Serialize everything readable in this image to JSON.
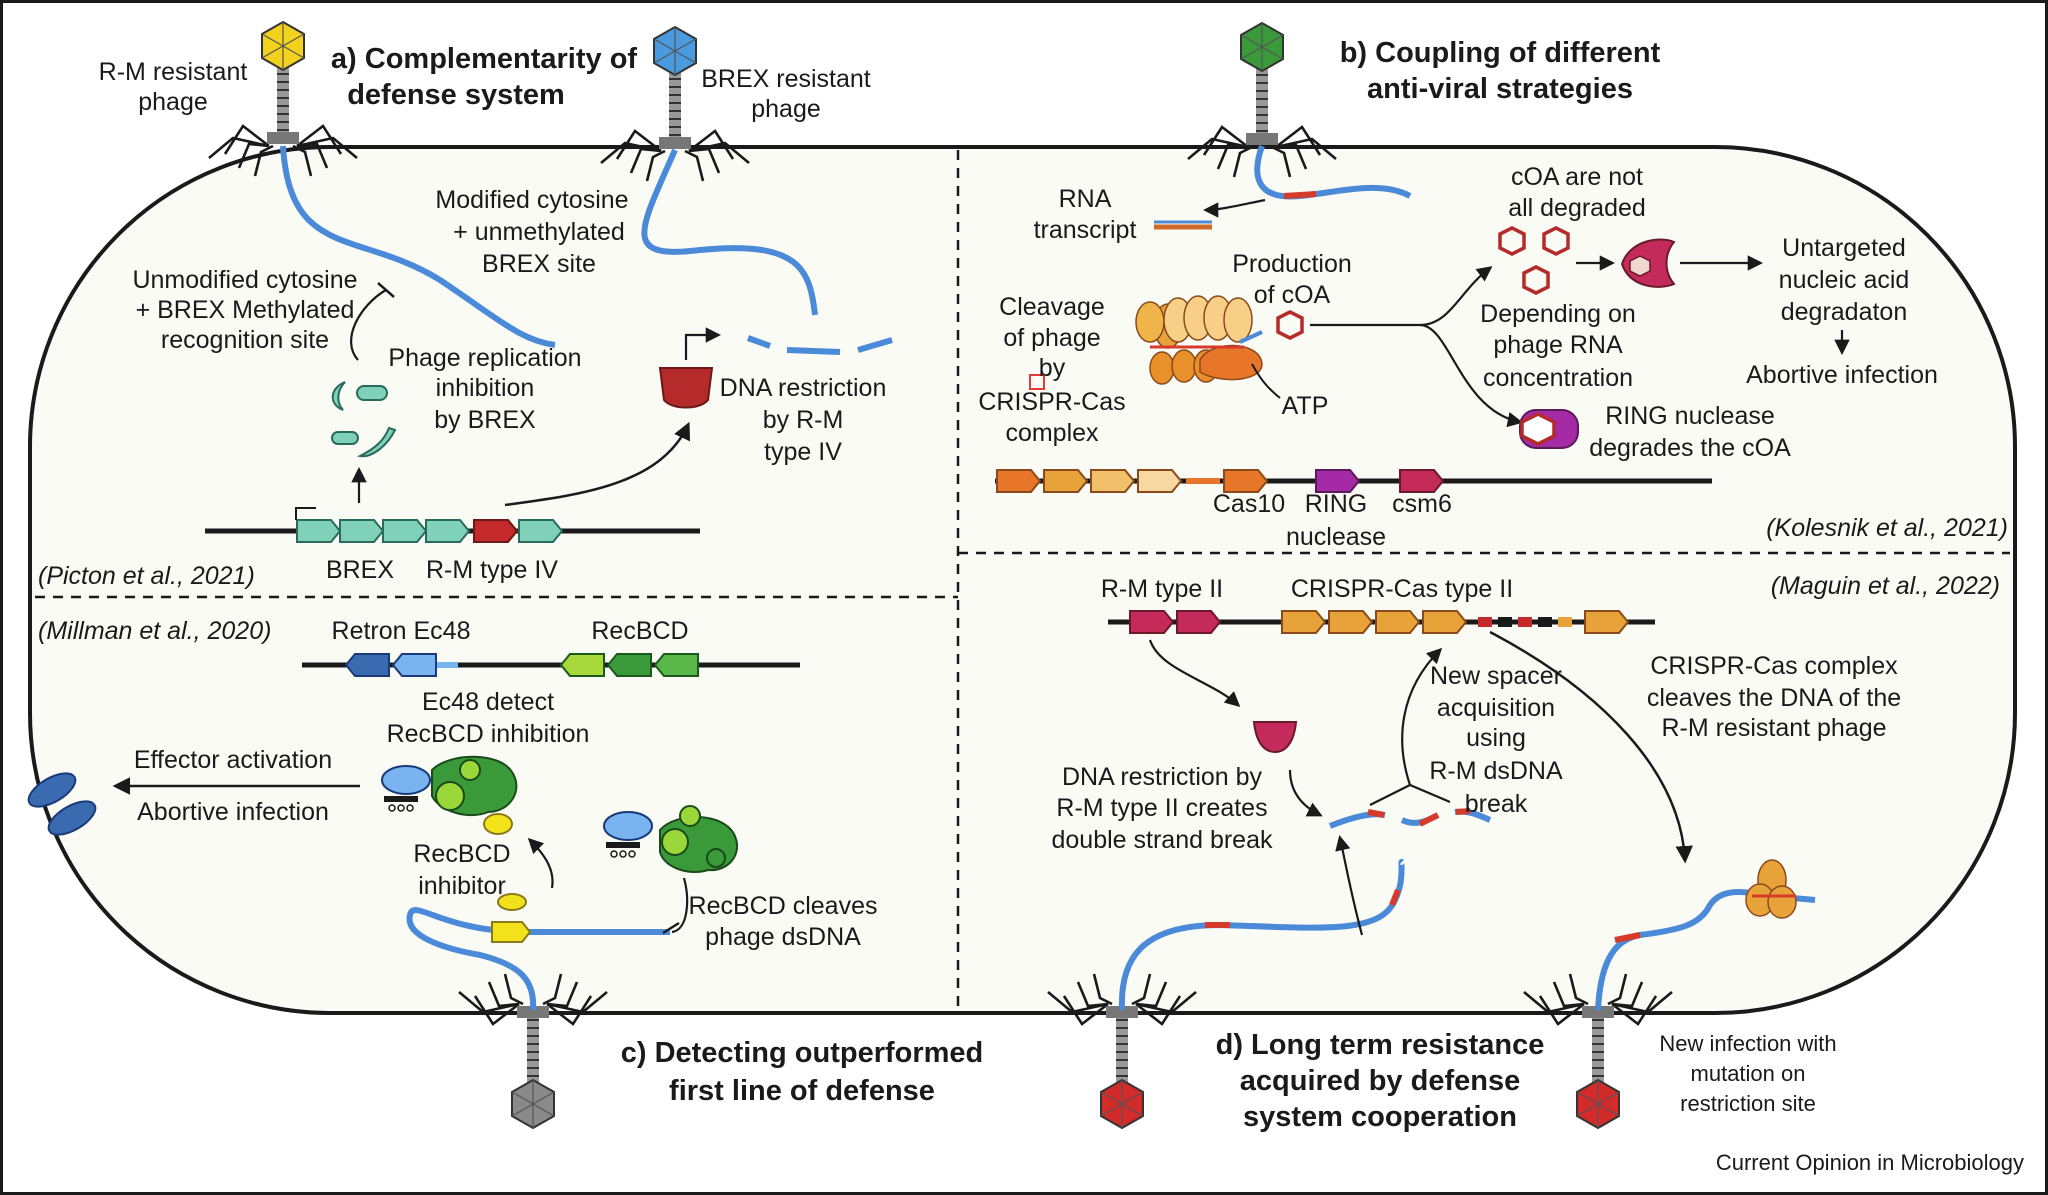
{
  "colors": {
    "cell_fill": "#fbfbf5",
    "outline": "#1a1a1a",
    "dna_blue": "#4a8ad8",
    "mutation_red": "#d63a2a",
    "brex_teal": "#7fd1b9",
    "rm_red": "#b52a2a",
    "cas_orange": "#e8902a",
    "ring_purple": "#a52aa5",
    "csm6_crimson": "#c42a5a",
    "recbcd_green": "#3a9a3a",
    "retron_blue": "#3a7ad0",
    "phage_yellow": "#f2d21c",
    "phage_blue": "#4a9ae0",
    "phage_green": "#3a9a3a",
    "phage_gray": "#8a8a8a",
    "phage_red": "#d32a2a"
  },
  "phages": {
    "rm_resistant": [
      "R-M resistant",
      "phage"
    ],
    "brex_resistant": [
      "BREX resistant",
      "phage"
    ]
  },
  "panel_a": {
    "title": [
      "a) Complementarity of",
      "defense system"
    ],
    "modified": [
      "Modified cytosine",
      "+ unmethylated",
      "BREX site"
    ],
    "unmodified": [
      "Unmodified cytosine",
      "+ BREX Methylated",
      "recognition site"
    ],
    "replication": [
      "Phage replication",
      "inhibition",
      "by BREX"
    ],
    "restriction": [
      "DNA restriction",
      "by R-M",
      "type IV"
    ],
    "gene_brex": "BREX",
    "gene_rm": "R-M type IV",
    "citation": "(Picton et al., 2021)"
  },
  "panel_b": {
    "title": [
      "b) Coupling of different",
      "anti-viral strategies"
    ],
    "rna": [
      "RNA",
      "transcript"
    ],
    "production": [
      "Production",
      "of cOA"
    ],
    "cleavage": [
      "Cleavage",
      "of phage",
      "by",
      "CRISPR-Cas",
      "complex"
    ],
    "atp": "ATP",
    "coa_not": [
      "cOA are not",
      "all degraded"
    ],
    "depending": [
      "Depending on",
      "phage RNA",
      "concentration"
    ],
    "untargeted": [
      "Untargeted",
      "nucleic acid",
      "degradaton"
    ],
    "abortive": "Abortive infection",
    "ring_degrades": [
      "RING nuclease",
      "degrades the cOA"
    ],
    "gene_cas10": "Cas10",
    "gene_ring": [
      "RING",
      "nuclease"
    ],
    "gene_csm6": "csm6",
    "citation": "(Kolesnik et al., 2021)"
  },
  "panel_c": {
    "citation": "(Millman et al., 2020)",
    "retron": "Retron Ec48",
    "recbcd": "RecBCD",
    "detect": [
      "Ec48 detect",
      "RecBCD inhibition"
    ],
    "effector": "Effector activation",
    "abortive": "Abortive infection",
    "inhibitor": [
      "RecBCD",
      "inhibitor"
    ],
    "cleaves": [
      "RecBCD cleaves",
      "phage dsDNA"
    ],
    "title": [
      "c) Detecting outperformed",
      "first line of defense"
    ]
  },
  "panel_d": {
    "citation": "(Maguin et al., 2022)",
    "rm2": "R-M type II",
    "crispr2": "CRISPR-Cas type II",
    "restriction": [
      "DNA restriction by",
      "R-M type II creates",
      "double strand break"
    ],
    "spacer": [
      "New spacer",
      "acquisition",
      "using",
      "R-M dsDNA",
      "break"
    ],
    "cleaves": [
      "CRISPR-Cas complex",
      "cleaves the DNA of the",
      "R-M resistant phage"
    ],
    "new_infection": [
      "New infection with",
      "mutation on",
      "restriction site"
    ],
    "title": [
      "d) Long term resistance",
      "acquired by defense",
      "system cooperation"
    ]
  },
  "footer": "Current Opinion in Microbiology"
}
